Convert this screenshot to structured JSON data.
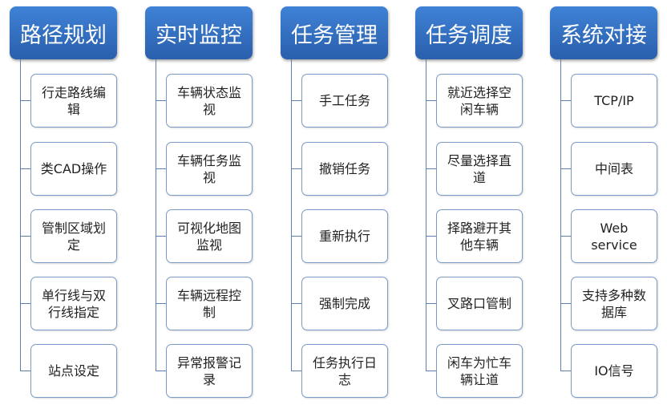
{
  "columns": [
    {
      "title": "路径规划",
      "items": [
        "行走路线编辑",
        "类CAD操作",
        "管制区域划定",
        "单行线与双行线指定",
        "站点设定"
      ]
    },
    {
      "title": "实时监控",
      "items": [
        "车辆状态监视",
        "车辆任务监视",
        "可视化地图监视",
        "车辆远程控制",
        "异常报警记录"
      ]
    },
    {
      "title": "任务管理",
      "items": [
        "手工任务",
        "撤销任务",
        "重新执行",
        "强制完成",
        "任务执行日志"
      ]
    },
    {
      "title": "任务调度",
      "items": [
        "就近选择空闲车辆",
        "尽量选择直道",
        "择路避开其他车辆",
        "叉路口管制",
        "闲车为忙车辆让道"
      ]
    },
    {
      "title": "系统对接",
      "items": [
        "TCP/IP",
        "中间表",
        "Web service",
        "支持多种数据库",
        "IO信号"
      ]
    }
  ]
}
